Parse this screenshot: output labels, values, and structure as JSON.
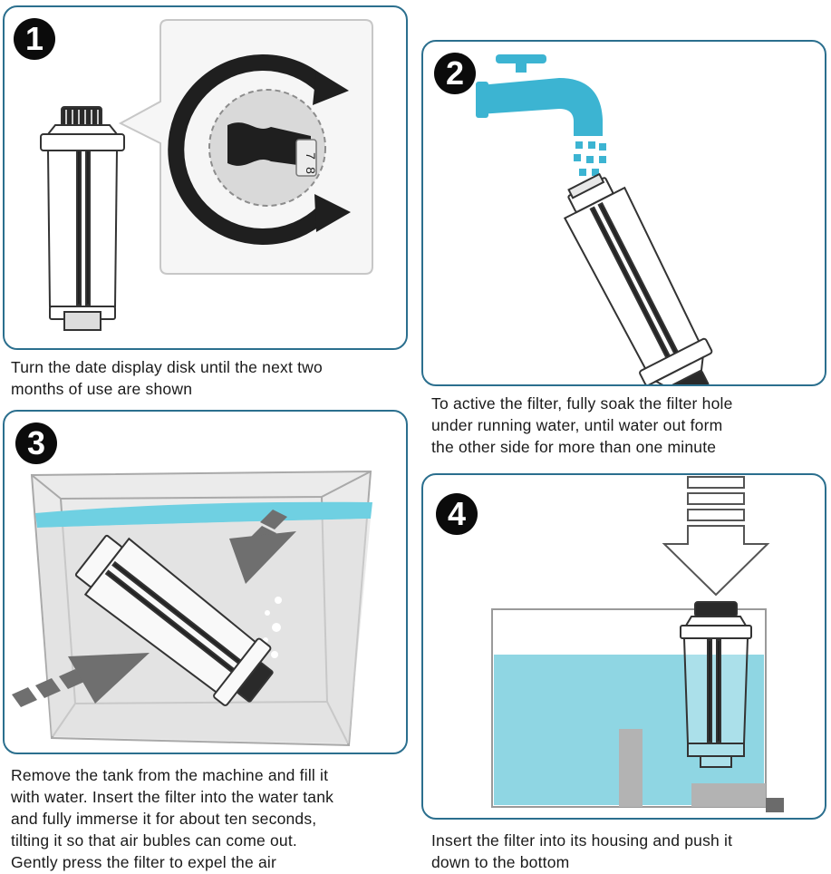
{
  "steps": [
    {
      "number": "1",
      "caption_lines": [
        "Turn the date display disk until the next two",
        "months of use are shown"
      ],
      "disk_digits": [
        "7",
        "8"
      ]
    },
    {
      "number": "2",
      "caption_lines": [
        "To active the filter, fully soak the filter hole",
        "under running water, until water out form",
        "the other side for more than one minute"
      ]
    },
    {
      "number": "3",
      "caption_lines": [
        "Remove the tank from the machine and fill it",
        "with water. Insert the filter into the water tank",
        "and fully immerse it for about ten seconds,",
        "tilting it so that air bubles can come out.",
        "Gently press the filter to expel the air"
      ]
    },
    {
      "number": "4",
      "caption_lines": [
        "Insert the filter into its housing and push it",
        "down to the bottom"
      ]
    }
  ],
  "colors": {
    "panel_border": "#2b6f8e",
    "water": "#5ec3d6",
    "water_light": "#8fd6e3",
    "tap": "#3cb4d2",
    "badge": "#0b0b0b",
    "arrow_gray": "#6f6f6f"
  },
  "icons": [
    "rotate-arrows-icon",
    "water-tap-icon",
    "down-arrow-icon",
    "insert-arrow-icon"
  ]
}
